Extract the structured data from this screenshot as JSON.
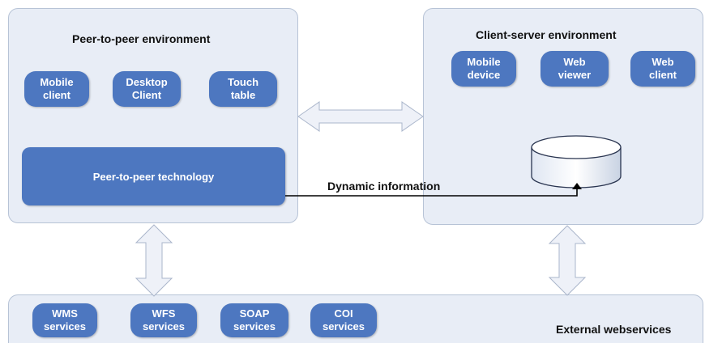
{
  "p2p": {
    "title": "Peer-to-peer environment",
    "nodes": [
      {
        "line1": "Mobile",
        "line2": "client"
      },
      {
        "line1": "Desktop",
        "line2": "Client"
      },
      {
        "line1": "Touch",
        "line2": "table"
      }
    ],
    "technology": "Peer-to-peer technology"
  },
  "cs": {
    "title": "Client-server environment",
    "nodes": [
      {
        "line1": "Mobile",
        "line2": "device"
      },
      {
        "line1": "Web",
        "line2": "viewer"
      },
      {
        "line1": "Web",
        "line2": "client"
      }
    ]
  },
  "flow": {
    "label": "Dynamic information"
  },
  "external": {
    "label": "External webservices",
    "services": [
      {
        "line1": "WMS",
        "line2": "services"
      },
      {
        "line1": "WFS",
        "line2": "services"
      },
      {
        "line1": "SOAP",
        "line2": "services"
      },
      {
        "line1": "COI",
        "line2": "services"
      }
    ]
  },
  "colors": {
    "node": "#4d77c0",
    "panel": "#e8edf6",
    "arrow": "#e9edf5"
  },
  "icons": {
    "database": "database-icon",
    "double_arrow": "double-arrow-icon"
  }
}
